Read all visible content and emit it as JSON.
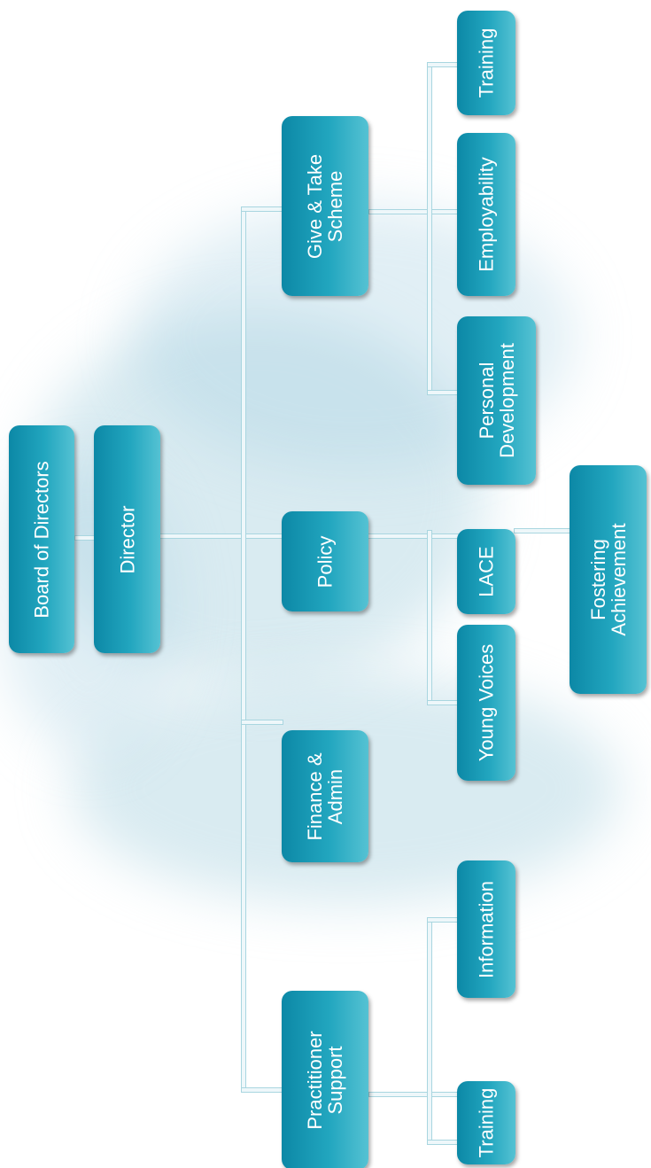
{
  "nodes": {
    "board": "Board of Directors",
    "director": "Director",
    "give_take": "Give & Take\nScheme",
    "policy": "Policy",
    "finance": "Finance &\nAdmin",
    "practitioner": "Practitioner\nSupport",
    "gt_training": "Training",
    "gt_employability": "Employability",
    "gt_personal_dev": "Personal\nDevelopment",
    "lace": "LACE",
    "young_voices": "Young Voices",
    "fostering": "Fostering\nAchievement",
    "ps_information": "Information",
    "ps_training": "Training"
  },
  "colors": {
    "box_dark": "#0c88a6",
    "box_light": "#55c2d3",
    "connector": "#eef7fa"
  }
}
